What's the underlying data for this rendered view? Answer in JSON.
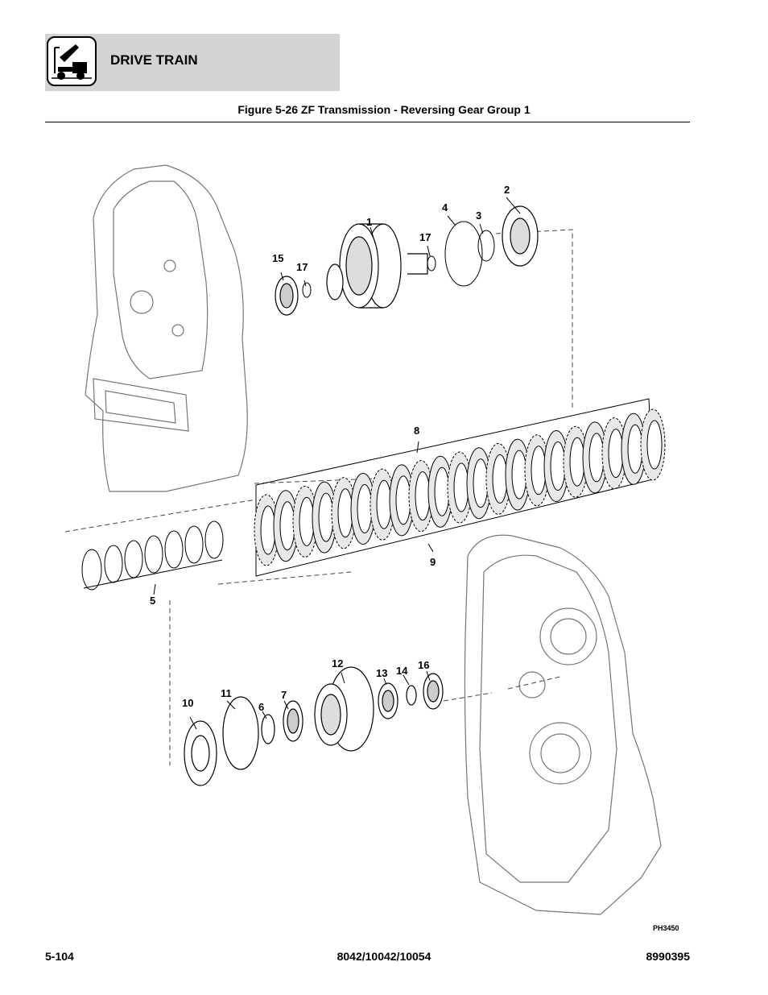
{
  "header": {
    "section_title": "DRIVE TRAIN",
    "logo_icon": "aerial-lift-icon",
    "band_color": "#d4d4d4"
  },
  "figure": {
    "title": "Figure 5-26 ZF Transmission - Reversing Gear Group 1",
    "art_code": "PH3450",
    "callouts": {
      "c1": "1",
      "c2": "2",
      "c3": "3",
      "c4": "4",
      "c5": "5",
      "c6": "6",
      "c7": "7",
      "c8": "8",
      "c9": "9",
      "c10": "10",
      "c11": "11",
      "c12": "12",
      "c13": "13",
      "c14": "14",
      "c15": "15",
      "c16": "16",
      "c17a": "17",
      "c17b": "17"
    }
  },
  "footer": {
    "page_number": "5-104",
    "models": "8042/10042/10054",
    "doc_number": "8990395"
  }
}
